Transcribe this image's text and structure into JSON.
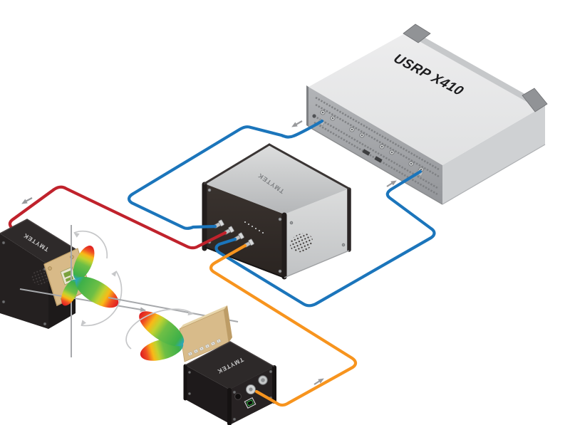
{
  "devices": {
    "usrp": {
      "label": "USRP X410"
    },
    "udbox": {
      "label": "TMYTEK"
    },
    "tx_box": {
      "label": "TMYTEK"
    },
    "rx_box": {
      "label": "TMYTEK"
    }
  },
  "cables": {
    "usrp_to_udbox_if": {
      "color": "#1b75bb"
    },
    "udbox_to_usrp_if": {
      "color": "#1b75bb"
    },
    "udbox_to_tx_rf": {
      "color": "#c0222c"
    },
    "rx_to_udbox_rf": {
      "color": "#f7941e"
    }
  },
  "palette": {
    "beam_gradient": [
      "#2aa5c4",
      "#3db049",
      "#6ebf45",
      "#c1d22f",
      "#f9b917",
      "#f05123",
      "#dd1a21"
    ],
    "chassis_gray": "#a6a9ac",
    "panel_dark": "#322b28",
    "antenna_gold": "#d8ba88",
    "annotation_gray": "#98999c"
  }
}
